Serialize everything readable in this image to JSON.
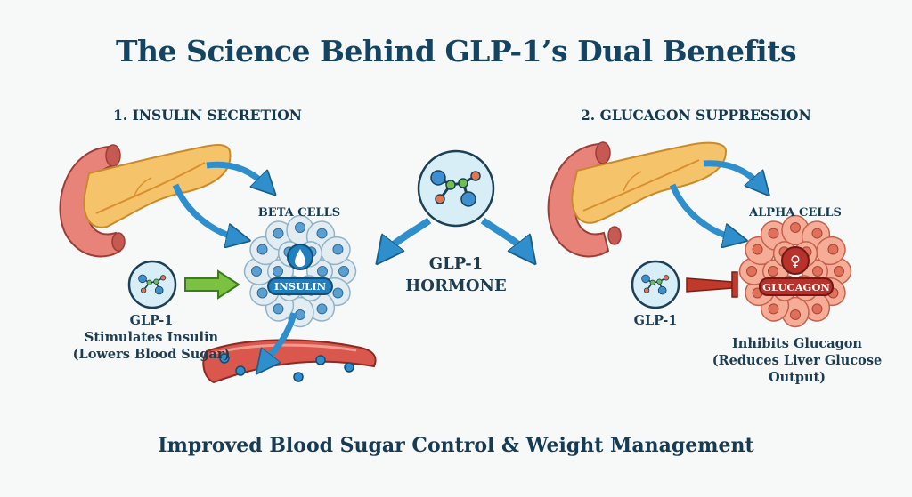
{
  "title": "The Science Behind GLP-1’s Dual Benefits",
  "left_panel": {
    "heading": "1. INSULIN SECRETION",
    "cells_label": "BETA CELLS",
    "hormone_badge": "INSULIN",
    "glp1_label": "GLP-1",
    "caption_line1": "Stimulates Insulin",
    "caption_line2": "(Lowers Blood Sugar)",
    "icons": [
      "pancreas-icon",
      "molecule-icon",
      "stimulate-arrow-icon",
      "water-drop-icon",
      "blood-vessel-icon"
    ]
  },
  "center": {
    "line1": "GLP-1",
    "line2": "HORMONE",
    "icon": "molecule-icon"
  },
  "right_panel": {
    "heading": "2. GLUCAGON SUPPRESSION",
    "cells_label": "ALPHA CELLS",
    "hormone_badge": "GLUCAGON",
    "glp1_label": "GLP-1",
    "caption_line1": "Inhibits Glucagon",
    "caption_line2": "(Reduces Liver Glucose",
    "caption_line3": "Output)",
    "icons": [
      "pancreas-icon",
      "molecule-icon",
      "inhibit-arrow-icon",
      "glucagon-symbol-icon"
    ]
  },
  "footer": "Improved Blood Sugar Control & Weight Management",
  "colors": {
    "title": "#154462",
    "arrow_blue": "#2e8fcc",
    "stimulate_green": "#7bc142",
    "inhibit_red": "#c0392b",
    "beta_cell": "#dfe8ee",
    "alpha_cell": "#f2a48e",
    "pancreas": "#f5c46a",
    "duodenum": "#e8837a",
    "vessel": "#d9574c"
  }
}
